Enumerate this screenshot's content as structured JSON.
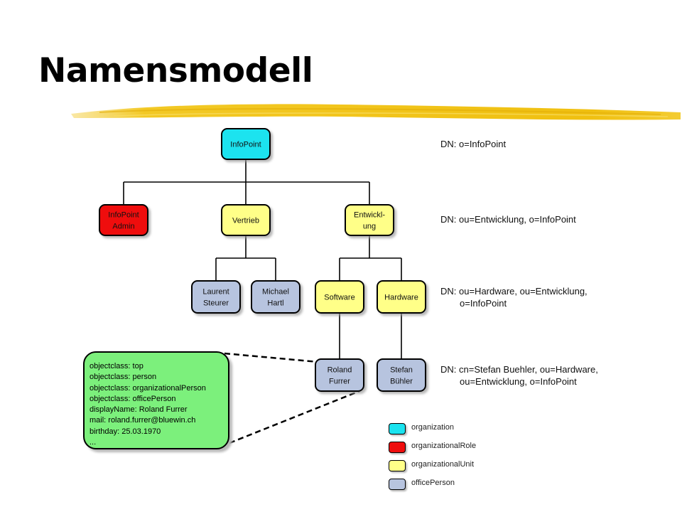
{
  "title": "Namensmodell",
  "colors": {
    "organization": "#1ae3ef",
    "organizationalRole": "#ef0d0d",
    "organizationalUnit": "#ffff88",
    "officePerson": "#b7c4df",
    "callout": "#7cf07c",
    "underline": "#f2c61a"
  },
  "nodes": {
    "infopoint": {
      "label": [
        "InfoPoint"
      ],
      "kind": "organization"
    },
    "infopoint_admin": {
      "label": [
        "InfoPoint",
        "Admin"
      ],
      "kind": "organizationalRole"
    },
    "vertrieb": {
      "label": [
        "Vertrieb"
      ],
      "kind": "organizationalUnit"
    },
    "entwicklung": {
      "label": [
        "Entwickl-",
        "ung"
      ],
      "kind": "organizationalUnit"
    },
    "laurent": {
      "label": [
        "Laurent",
        "Steurer"
      ],
      "kind": "officePerson"
    },
    "michael": {
      "label": [
        "Michael",
        "Hartl"
      ],
      "kind": "officePerson"
    },
    "software": {
      "label": [
        "Software"
      ],
      "kind": "organizationalUnit"
    },
    "hardware": {
      "label": [
        "Hardware"
      ],
      "kind": "organizationalUnit"
    },
    "roland": {
      "label": [
        "Roland",
        "Furrer"
      ],
      "kind": "officePerson"
    },
    "stefan": {
      "label": [
        "Stefan",
        "Bühler"
      ],
      "kind": "officePerson"
    }
  },
  "edges": [
    [
      "infopoint",
      "infopoint_admin"
    ],
    [
      "infopoint",
      "vertrieb"
    ],
    [
      "infopoint",
      "entwicklung"
    ],
    [
      "vertrieb",
      "laurent"
    ],
    [
      "vertrieb",
      "michael"
    ],
    [
      "entwicklung",
      "software"
    ],
    [
      "entwicklung",
      "hardware"
    ],
    [
      "software",
      "roland"
    ],
    [
      "hardware",
      "stefan"
    ]
  ],
  "dn_labels": {
    "level1": {
      "line1": "DN: o=InfoPoint"
    },
    "level2": {
      "line1": "DN: ou=Entwicklung, o=InfoPoint"
    },
    "level3": {
      "line1": "DN: ou=Hardware, ou=Entwicklung,",
      "line2": "o=InfoPoint"
    },
    "level4": {
      "line1": "DN: cn=Stefan Buehler, ou=Hardware,",
      "line2": "ou=Entwicklung, o=InfoPoint"
    }
  },
  "callout": {
    "attributes": [
      "objectclass: top",
      "objectclass: person",
      "objectclass: organizationalPerson",
      "objectclass: officePerson",
      "displayName: Roland Furrer",
      "mail: roland.furrer@bluewin.ch",
      "birthday: 25.03.1970",
      "..."
    ]
  },
  "legend": [
    {
      "label": "organization",
      "kind": "organization"
    },
    {
      "label": "organizationalRole",
      "kind": "organizationalRole"
    },
    {
      "label": "organizationalUnit",
      "kind": "organizationalUnit"
    },
    {
      "label": "officePerson",
      "kind": "officePerson"
    }
  ]
}
